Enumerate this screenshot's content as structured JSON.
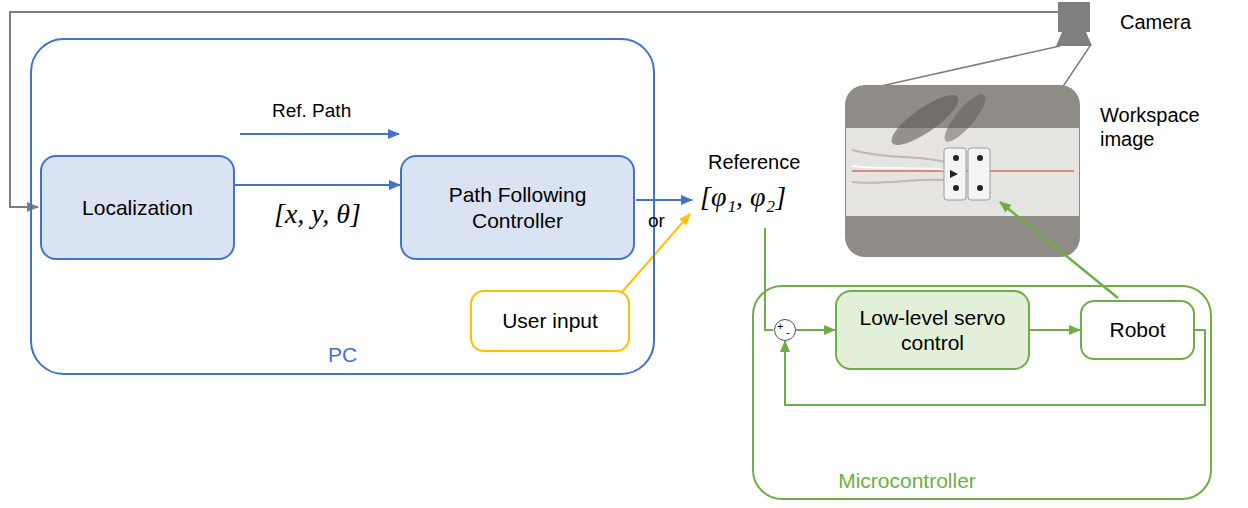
{
  "diagram": {
    "nodes": [
      {
        "text": [
          "PC"
        ]
      },
      {
        "text": [
          "Localization"
        ],
        "in": 0
      },
      {
        "text": [
          "Path Following Controller"
        ],
        "in": 0
      },
      {
        "text": [
          "User input"
        ],
        "in": 0
      },
      {
        "text": [
          "Microcontroller"
        ]
      },
      {
        "text": [
          "+",
          "-"
        ],
        "in": 4
      },
      {
        "text": [
          "Low-level servo control"
        ],
        "in": 4
      },
      {
        "text": [
          "Robot"
        ],
        "in": 4
      }
    ],
    "edges": [
      {
        "from": 1,
        "to": 2,
        "arrow": "to",
        "label": "[x, y, θ]"
      },
      {
        "from": 5,
        "to": 6,
        "arrow": "to"
      },
      {
        "from": 6,
        "to": 7,
        "arrow": "to"
      },
      {
        "from": 7,
        "to": 5,
        "arrow": "to"
      }
    ],
    "labels": [
      "Ref. Path",
      "or",
      "Reference",
      "[φ₁, φ₂]",
      "Camera",
      "Workspace image"
    ]
  }
}
